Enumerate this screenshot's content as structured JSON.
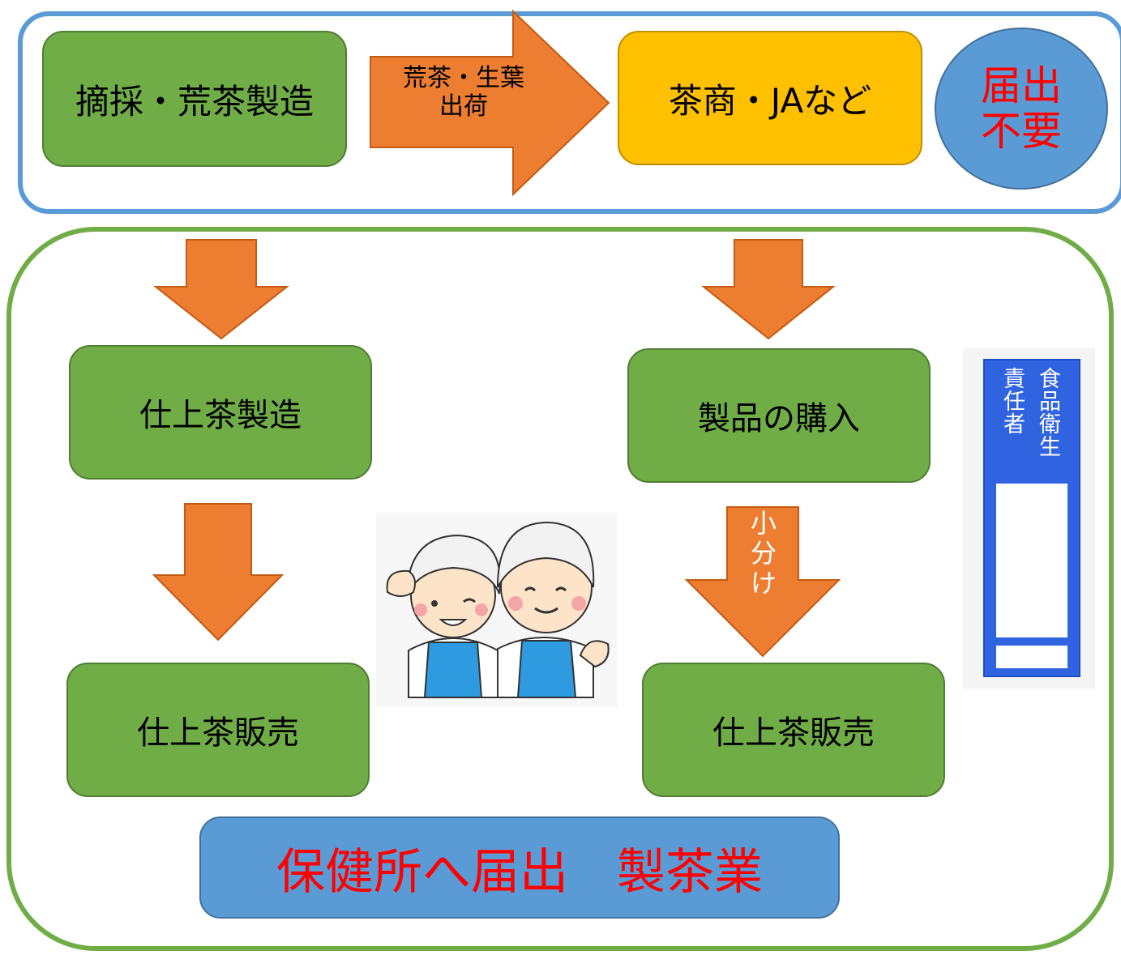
{
  "top_group": {
    "pluck_box": "摘採・荒茶製造",
    "ship_arrow_line1": "荒茶・生葉",
    "ship_arrow_line2": "出荷",
    "trader_box": "茶商・JAなど",
    "no_notice_line1": "届出",
    "no_notice_line2": "不要"
  },
  "bottom_group": {
    "left_process": "仕上茶製造",
    "left_sale": "仕上茶販売",
    "right_purchase": "製品の購入",
    "subdivide_line1": "小",
    "subdivide_line2": "分",
    "subdivide_line3": "け",
    "right_sale": "仕上茶販売",
    "notice_banner": "保健所へ届出　製茶業",
    "plate_col1": "食品衛生",
    "plate_col2": "責任者"
  },
  "colors": {
    "green": "#70ad47",
    "orange": "#ed7d31",
    "yellow": "#ffc000",
    "blue": "#5b9bd5",
    "red_text": "#ff0000",
    "plate_blue": "#2f63e0"
  }
}
